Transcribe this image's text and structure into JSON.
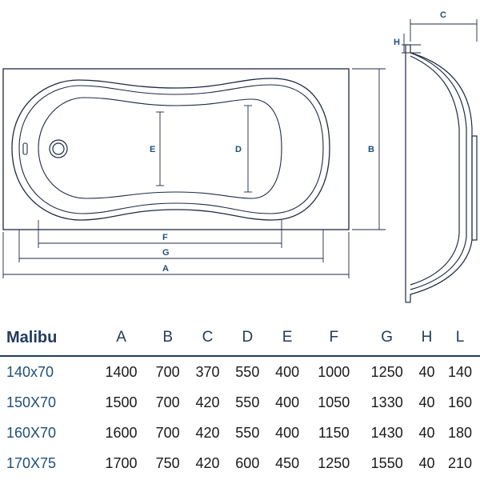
{
  "drawing": {
    "labels": {
      "A": "A",
      "B": "B",
      "C": "C",
      "D": "D",
      "E": "E",
      "F": "F",
      "G": "G",
      "H": "H"
    },
    "line_color": "#1f2a44",
    "label_color": "#1f4e79"
  },
  "table": {
    "header": [
      "Malibu",
      "A",
      "B",
      "C",
      "D",
      "E",
      "F",
      "G",
      "H",
      "L"
    ],
    "rows": [
      [
        "140x70",
        "1400",
        "700",
        "370",
        "550",
        "400",
        "1000",
        "1250",
        "40",
        "140"
      ],
      [
        "150X70",
        "1500",
        "700",
        "420",
        "550",
        "400",
        "1050",
        "1330",
        "40",
        "160"
      ],
      [
        "160X70",
        "1600",
        "700",
        "420",
        "550",
        "400",
        "1150",
        "1430",
        "40",
        "180"
      ],
      [
        "170X75",
        "1700",
        "750",
        "420",
        "600",
        "450",
        "1250",
        "1550",
        "40",
        "210"
      ]
    ],
    "header_color": "#1f3a5f"
  }
}
